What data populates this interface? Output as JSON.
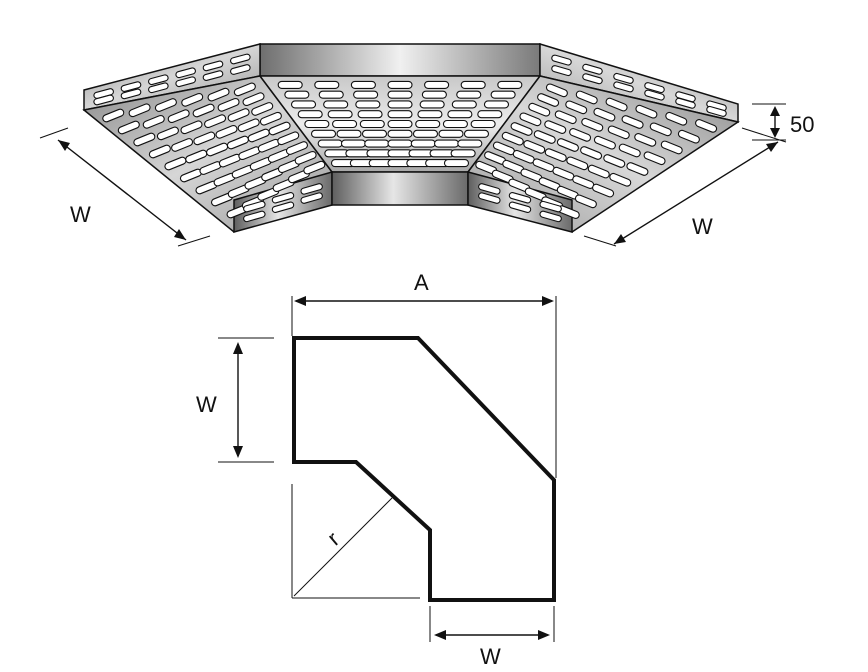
{
  "figure": {
    "top_view": {
      "width_label_left": "W",
      "width_label_right": "W",
      "height_label": "50"
    },
    "plan_view": {
      "length_label": "A",
      "width_label_left": "W",
      "width_label_bottom": "W",
      "radius_label": "r"
    }
  },
  "colors": {
    "line": "#111111",
    "metal_light": "#e8e8e8",
    "metal_mid": "#b0b0b0",
    "metal_dark": "#6e6e6e",
    "slot": "#ffffff"
  }
}
